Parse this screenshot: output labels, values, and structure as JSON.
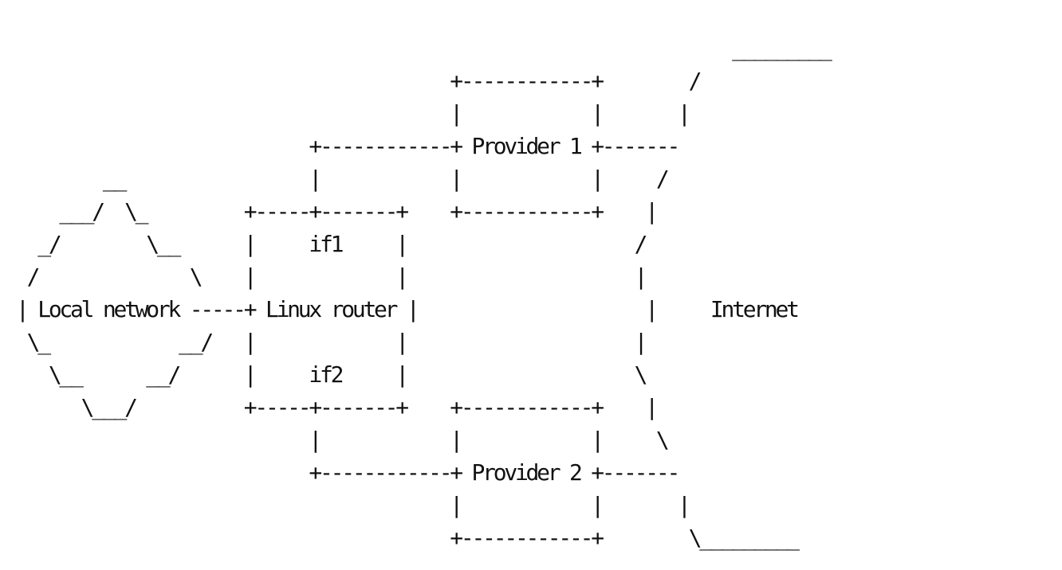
{
  "diagram": {
    "lines": [
      "                                                                  _________",
      "                                        +------------+        /",
      "                                        |            |       |",
      "                           +------------+ Provider 1 +-------",
      "        __                 |            |            |     /",
      "    ___/  \\_         +-----+-------+    +------------+    |",
      "  _/        \\__      |     if1     |                     /",
      " /              \\    |             |                     |",
      "| Local network -----+ Linux router |                     |     Internet",
      " \\_            __/   |             |                     |",
      "   \\__      __/      |     if2     |                     \\",
      "      \\___/          +-----+-------+    +------------+    |",
      "                           |            |            |     \\",
      "                           +------------+ Provider 2 +-------",
      "                                        |            |       |",
      "                                        +------------+        \\_________"
    ]
  }
}
